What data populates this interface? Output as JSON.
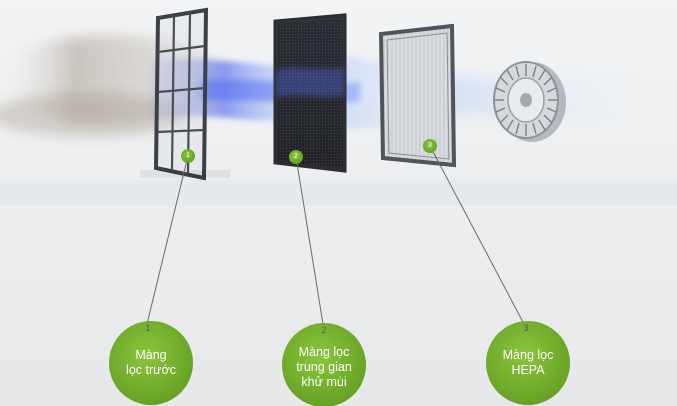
{
  "colors": {
    "accent_green": "#6aa323",
    "line": "#6b6b6b",
    "airflow_blue": "#3a4fd8",
    "dust": "#8a7a6a"
  },
  "filters": [
    {
      "num": "1",
      "name_lines": [
        "Màng",
        "lọc trước"
      ],
      "icon": "pre-filter-icon"
    },
    {
      "num": "2",
      "name_lines": [
        "Màng lọc",
        "trung gian",
        "khử mùi"
      ],
      "icon": "activated-carbon-filter-icon"
    },
    {
      "num": "3",
      "name_lines": [
        "Màng lọc",
        "HEPA"
      ],
      "icon": "hepa-filter-icon"
    }
  ],
  "fan": {
    "icon": "fan-wheel-icon"
  }
}
